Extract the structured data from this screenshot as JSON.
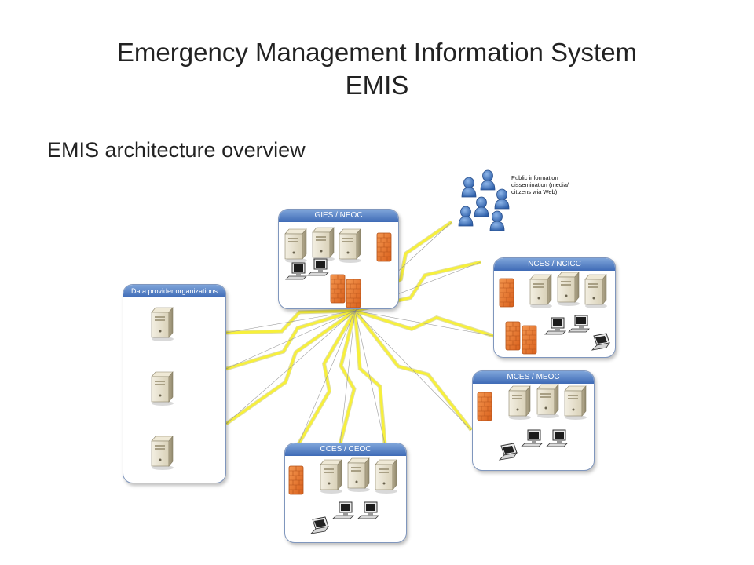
{
  "slide": {
    "title_line1": "Emergency Management Information System",
    "title_line2": "EMIS",
    "subtitle": "EMIS architecture overview"
  },
  "diagram": {
    "public_info_label": "Public information dissemination (media/ citizens wia Web)",
    "nodes": [
      {
        "id": "gies",
        "label": "GIES / NEOC"
      },
      {
        "id": "data-provider",
        "label": "Data provider organizations"
      },
      {
        "id": "nces",
        "label": "NCES / NCICC"
      },
      {
        "id": "mces",
        "label": "MCES / MEOC"
      },
      {
        "id": "cces",
        "label": "CCES / CEOC"
      }
    ],
    "colors": {
      "header": "#4a76bd",
      "firewall": "#e8742a",
      "lightning": "#f7f03a",
      "person": "#3b6fb5"
    }
  }
}
